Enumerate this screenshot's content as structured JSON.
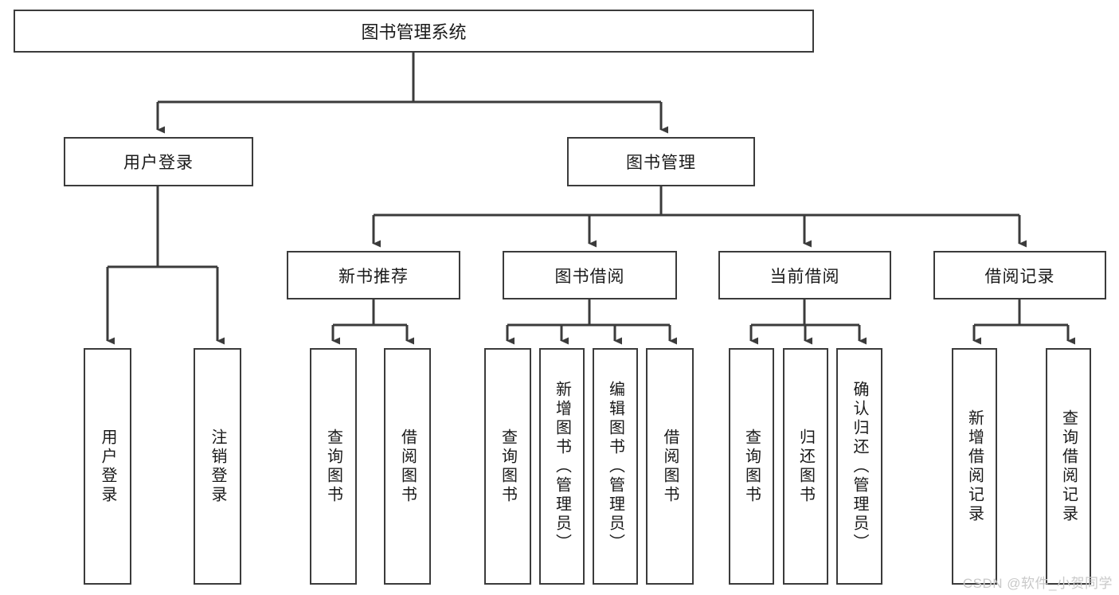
{
  "diagram": {
    "title": "图书管理系统",
    "type": "tree-hierarchy-diagram",
    "colors": {
      "stroke": "#3b3b3b",
      "fill": "#ffffff",
      "text": "#1a1a1a",
      "watermark": "#c9c9c9"
    },
    "watermark": "CSDN @软件_小贺同学",
    "levels": {
      "level1": {
        "label": "图书管理系统"
      },
      "level2": [
        {
          "label": "用户登录"
        },
        {
          "label": "图书管理"
        }
      ],
      "level3": [
        {
          "label": "新书推荐"
        },
        {
          "label": "图书借阅"
        },
        {
          "label": "当前借阅"
        },
        {
          "label": "借阅记录"
        }
      ],
      "leaves": {
        "user_login": [
          {
            "label": "用户登录"
          },
          {
            "label": "注销登录"
          }
        ],
        "new_book_recommend": [
          {
            "label": "查询图书"
          },
          {
            "label": "借阅图书"
          }
        ],
        "book_borrow": [
          {
            "label": "查询图书"
          },
          {
            "label": "新增图书（管理员）"
          },
          {
            "label": "编辑图书（管理员）"
          },
          {
            "label": "借阅图书"
          }
        ],
        "current_borrow": [
          {
            "label": "查询图书"
          },
          {
            "label": "归还图书"
          },
          {
            "label": "确认归还（管理员）"
          }
        ],
        "borrow_record": [
          {
            "label": "新增借阅记录"
          },
          {
            "label": "查询借阅记录"
          }
        ]
      }
    }
  }
}
